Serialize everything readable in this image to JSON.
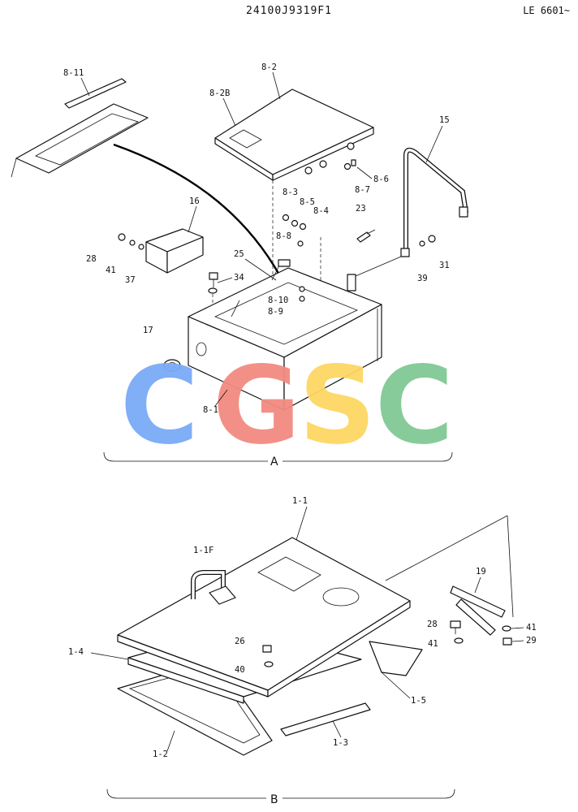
{
  "header": {
    "doc_number": "24100J9319F1",
    "serial_range": "LE 6601~"
  },
  "section_a": {
    "name": "A",
    "labels": [
      "8-11",
      "8-2",
      "8-2B",
      "15",
      "8-6",
      "8-7",
      "8-3",
      "8-5",
      "8-4",
      "23",
      "16",
      "8-8",
      "28",
      "41",
      "37",
      "25",
      "34",
      "8-10",
      "8-9",
      "39",
      "31",
      "17",
      "8-1"
    ]
  },
  "section_b": {
    "name": "B",
    "labels": [
      "1-1",
      "1-1F",
      "19",
      "28",
      "41",
      "41",
      "29",
      "26",
      "40",
      "1-4",
      "1-5",
      "1-3",
      "1-2"
    ]
  },
  "watermark": {
    "letters": [
      "C",
      "G",
      "S",
      "C"
    ],
    "colors": [
      "#7aaaf7",
      "#f28b82",
      "#fdd663",
      "#81c995"
    ]
  }
}
